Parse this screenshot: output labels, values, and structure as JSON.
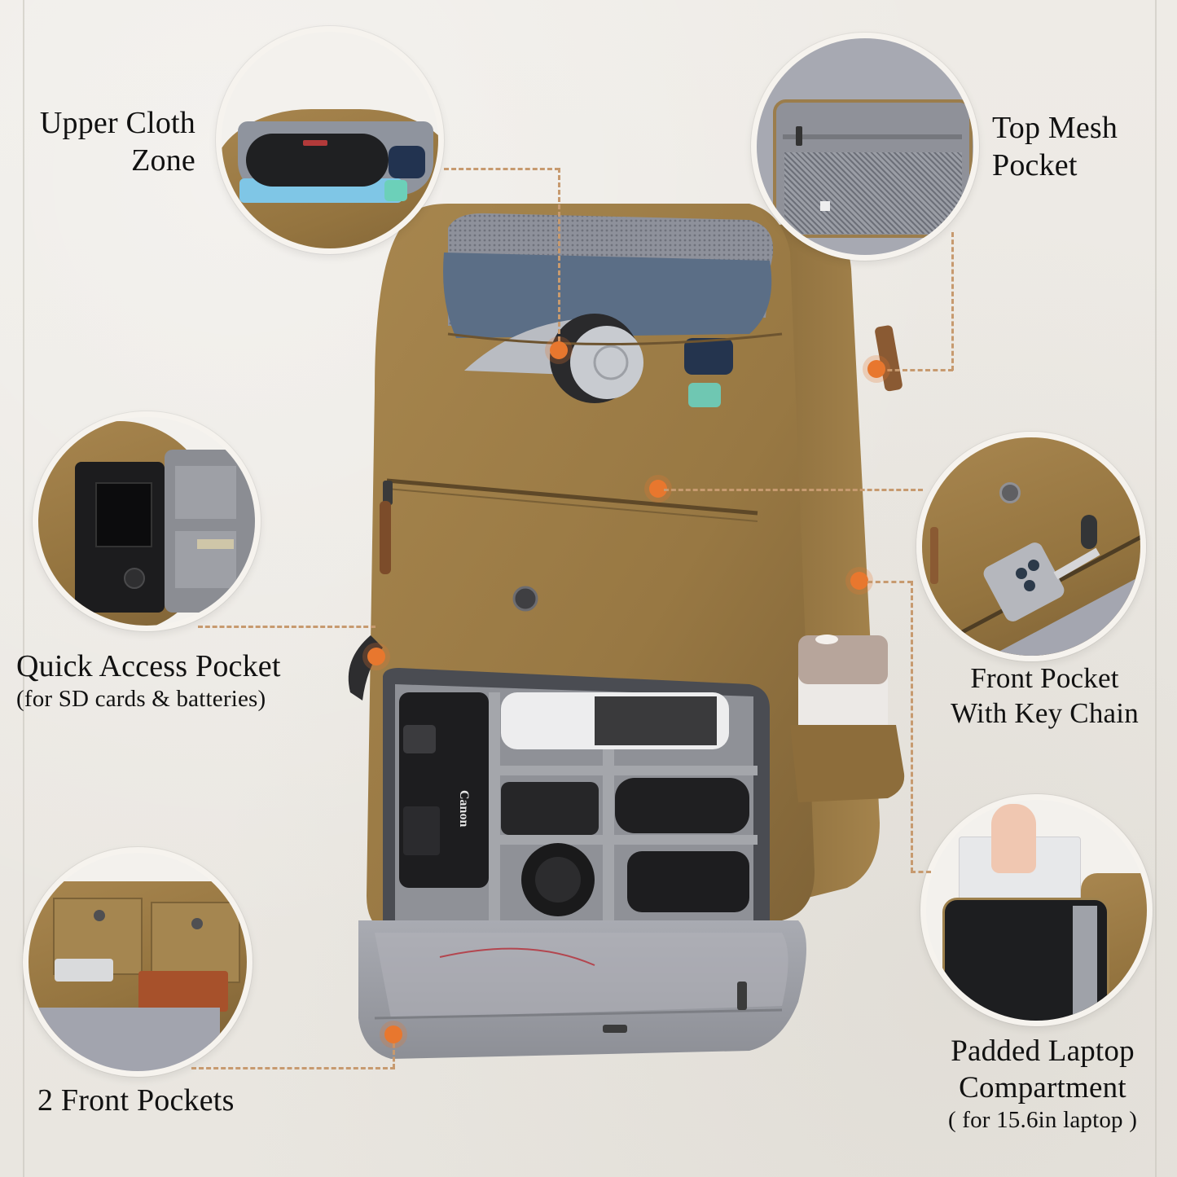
{
  "infographic": {
    "subject": "Canvas camera backpack feature callouts",
    "colors": {
      "background": "#ebe8e2",
      "canvas_brown": "#9b7b45",
      "lining_gray": "#9a9ca4",
      "callout_dot": "#e8772e",
      "leader_line": "#c79a6f",
      "label_text": "#111111"
    },
    "callouts": [
      {
        "id": "upper-cloth-zone",
        "title_line1": "Upper Cloth",
        "title_line2": "Zone",
        "circle_content": "Top compartment with mesh case, blue towel, speaker and mint container"
      },
      {
        "id": "top-mesh-pocket",
        "title_line1": "Top Mesh",
        "title_line2": "Pocket",
        "circle_content": "Gray lid lining with zippered mesh pocket"
      },
      {
        "id": "quick-access-pocket",
        "title": "Quick Access Pocket",
        "subtitle": "(for SD cards & batteries)",
        "circle_content": "Side opening showing camera body and SD card/battery sleeves"
      },
      {
        "id": "front-pocket-key-chain",
        "title_line1": "Front Pocket",
        "title_line2": "With Key Chain",
        "circle_content": "Zippered front pocket with phone, key clip and key"
      },
      {
        "id": "two-front-pockets",
        "title": "2 Front Pockets",
        "circle_content": "Two snap-button pockets holding a phone and a wallet"
      },
      {
        "id": "padded-laptop-compartment",
        "title_line1": "Padded Laptop",
        "title_line2": "Compartment",
        "subtitle": "( for 15.6in laptop )",
        "circle_content": "Laptop being inserted into black padded back compartment"
      }
    ],
    "product": {
      "camera_brand_visible": "Canon",
      "main_compartment_items": [
        "DSLR camera body",
        "telephoto lenses",
        "standard lenses",
        "lens cap"
      ],
      "top_compartment_items": [
        "headphones",
        "blue cloth",
        "speaker",
        "mint container"
      ],
      "side_pocket_item": "water bottle"
    }
  }
}
